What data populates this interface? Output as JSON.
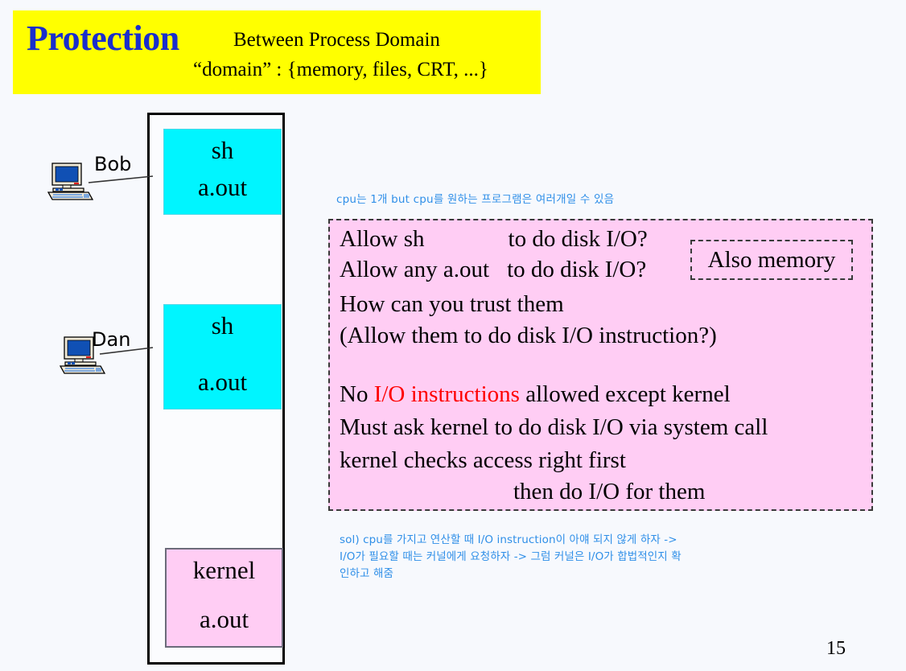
{
  "slide": {
    "page_number": "15",
    "colors": {
      "title_band": "#ffff00",
      "title_accent": "#1a2ecc",
      "process_box": "#00f5ff",
      "kernel_box": "#ffcdf4",
      "content_box": "#ffcdf4",
      "annotation": "#2f8fe8",
      "highlight": "#ff0000"
    }
  },
  "title": {
    "main": "Protection",
    "subtitle_line1": "Between Process Domain",
    "subtitle_line2": "“domain” :   {memory, files,  CRT, ...}"
  },
  "diagram": {
    "users": [
      {
        "name": "Bob",
        "icon": "desktop-computer-icon"
      },
      {
        "name": "Dan",
        "icon": "desktop-computer-icon"
      }
    ],
    "memory_blocks": [
      {
        "id": "bob-process",
        "line1": "sh",
        "line2": "a.out",
        "color": "#00f5ff"
      },
      {
        "id": "dan-process",
        "line1": "sh",
        "line2": "a.out",
        "color": "#00f5ff"
      },
      {
        "id": "kernel-block",
        "line1": "kernel",
        "line2": "a.out",
        "color": "#ffcdf4"
      }
    ]
  },
  "annotations": {
    "top_note": "cpu는 1개 but cpu를 원하는 프로그램은 여러개일 수 있음",
    "bottom_note": "sol) cpu를 가지고 연산할 때 I/O instruction이 아얘 되지 않게 하자 -> I/O가 필요할 때는 커널에게 요청하자 -> 그럼 커널은 I/O가 합법적인지 확인하고 해줌"
  },
  "content": {
    "line1_a": "Allow  sh",
    "line1_b": "to do disk I/O?",
    "line2_a": "Allow any a.out",
    "line2_b": "to do disk I/O?",
    "line3": "How can you trust them",
    "line4": "(Allow them to do disk I/O instruction?)",
    "line5_a": "No ",
    "line5_b": "I/O instructions",
    "line5_c": " allowed except kernel",
    "line6": "Must ask kernel to do disk I/O via system call",
    "line7": "kernel checks access right first",
    "line8": "then do I/O for them",
    "callout": "Also memory"
  }
}
